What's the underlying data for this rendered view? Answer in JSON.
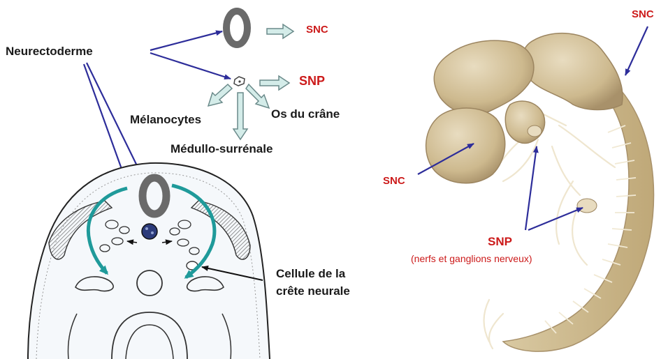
{
  "left_panel": {
    "neurectoderme": "Neurectoderme",
    "snc": "SNC",
    "snp": "SNP",
    "melanocytes": "Mélanocytes",
    "os_du_crane": "Os du crâne",
    "medullo": "Médullo-surrénale",
    "cellule_line1": "Cellule de la",
    "cellule_line2": "crête neurale"
  },
  "right_panel": {
    "snc_top": "SNC",
    "snc_left": "SNC",
    "snp": "SNP",
    "snp_note": "(nerfs et ganglions nerveux)"
  },
  "colors": {
    "label_red": "#cc1a1a",
    "label_black": "#1a1a1a",
    "pointer_arrow": "#2d2d9a",
    "migration_arrow": "#1f9a9a",
    "block_arrow_fill": "#d4ece9",
    "block_arrow_stroke": "#6a8a8a",
    "neural_tube": "#6a6a6a",
    "embryo_tissue": "#d6c6a2",
    "nerves": "#efe6cf"
  }
}
